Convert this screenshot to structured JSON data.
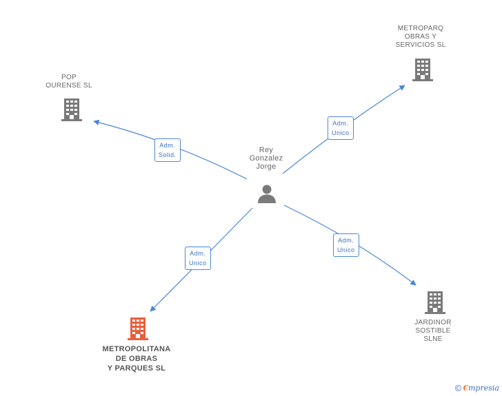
{
  "center_person": {
    "name_lines": [
      "Rey",
      "Gonzalez",
      "Jorge"
    ],
    "icon": "person-icon"
  },
  "companies": [
    {
      "id": "pop",
      "name_lines": [
        "POP",
        "OURENSE SL"
      ],
      "icon": "building-icon",
      "highlight": false
    },
    {
      "id": "metroparq",
      "name_lines": [
        "METROPARQ",
        "OBRAS Y",
        "SERVICIOS SL"
      ],
      "icon": "building-icon",
      "highlight": false
    },
    {
      "id": "metropolitana",
      "name_lines": [
        "METROPOLITANA",
        "DE OBRAS",
        "Y PARQUES SL"
      ],
      "icon": "building-icon",
      "highlight": true
    },
    {
      "id": "jardinor",
      "name_lines": [
        "JARDINOR",
        "SOSTIBLE",
        "SLNE"
      ],
      "icon": "building-icon",
      "highlight": false
    }
  ],
  "relations": [
    {
      "to": "pop",
      "label_lines": [
        "Adm.",
        "Solid."
      ]
    },
    {
      "to": "metroparq",
      "label_lines": [
        "Adm.",
        "Unico"
      ]
    },
    {
      "to": "metropolitana",
      "label_lines": [
        "Adm.",
        "Unico"
      ]
    },
    {
      "to": "jardinor",
      "label_lines": [
        "Adm.",
        "Unico"
      ]
    }
  ],
  "colors": {
    "edge": "#4a86d8",
    "building": "#7a7a7a",
    "building_highlight": "#e8603c",
    "person": "#7a7a7a"
  },
  "footer": {
    "copyright_symbol": "©",
    "brand_initial": "€",
    "brand_rest": "mpresia"
  }
}
